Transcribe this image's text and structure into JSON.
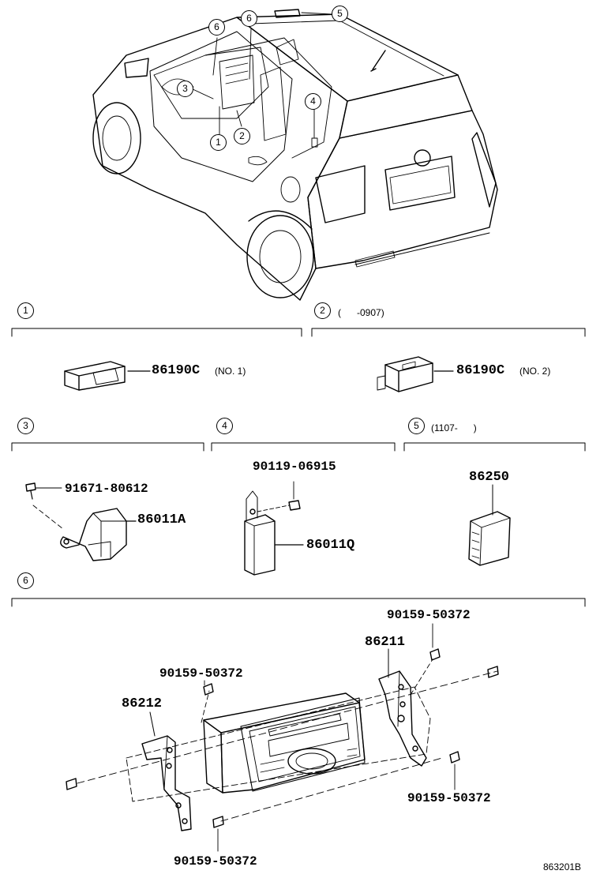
{
  "car_callouts": [
    "6",
    "6",
    "5",
    "3",
    "4",
    "1",
    "2"
  ],
  "sections": [
    {
      "num": "1",
      "note": ""
    },
    {
      "num": "2",
      "note": "(      -0907)"
    },
    {
      "num": "3",
      "note": ""
    },
    {
      "num": "4",
      "note": ""
    },
    {
      "num": "5",
      "note": "(1107-      )"
    },
    {
      "num": "6",
      "note": ""
    }
  ],
  "parts": {
    "p86190c_no1": "86190C",
    "note_no1": "(NO. 1)",
    "p86190c_no2": "86190C",
    "note_no2": "(NO. 2)",
    "p91671": "91671-80612",
    "p86011a": "86011A",
    "p90119": "90119-06915",
    "p86011q": "86011Q",
    "p86250": "86250",
    "p90159_a": "90159-50372",
    "p86211": "86211",
    "p90159_b": "90159-50372",
    "p86212": "86212",
    "p90159_c": "90159-50372",
    "p90159_d": "90159-50372"
  },
  "footer_code": "863201B"
}
